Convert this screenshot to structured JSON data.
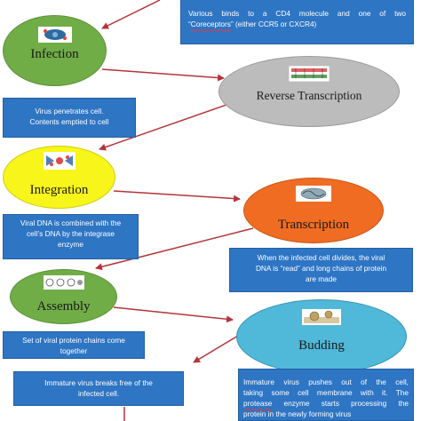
{
  "stages": {
    "infection": {
      "label": "Infection"
    },
    "reverse_transcription": {
      "label": "Reverse Transcription"
    },
    "integration": {
      "label": "Integration"
    },
    "transcription": {
      "label": "Transcription"
    },
    "assembly": {
      "label": "Assembly"
    },
    "budding": {
      "label": "Budding"
    }
  },
  "notes": {
    "binding": {
      "line1": "Various binds to a CD4 molecule and one of two",
      "line2a": "“",
      "line2b": "Coreceptors",
      "line2c": "” (either CCR5 or CXCR4)"
    },
    "penetration": {
      "line1": "Virus penetrates cell.",
      "line2": "Contents emptied to cell"
    },
    "integration": {
      "line1": "Viral DNA is combined with the",
      "line2": "cell’s DNA by the integrase",
      "line3": "enzyme"
    },
    "transcription": {
      "line1": "When the infected cell divides, the viral",
      "line2": "DNA is “read” and long chains of protein",
      "line3": "are made"
    },
    "assembly": {
      "line1": "Set of viral protein chains come",
      "line2": "together"
    },
    "release": {
      "line1": "Immature virus breaks free of the",
      "line2": "infected cell."
    },
    "budding": {
      "line1": "Immature virus pushes out of the cell,",
      "line2": "taking some cell membrane with it. The",
      "line3a": "protease",
      "line3b": " enzyme starts processing the",
      "line4": "protein in the newly forming virus"
    }
  },
  "colors": {
    "yellow": "#f7f51a",
    "green": "#70ad47",
    "grey": "#bcbcbc",
    "orange": "#f06c22",
    "cyan": "#50b8d8",
    "box_blue": "#2e75c4",
    "arrow_red": "#b4343a"
  }
}
